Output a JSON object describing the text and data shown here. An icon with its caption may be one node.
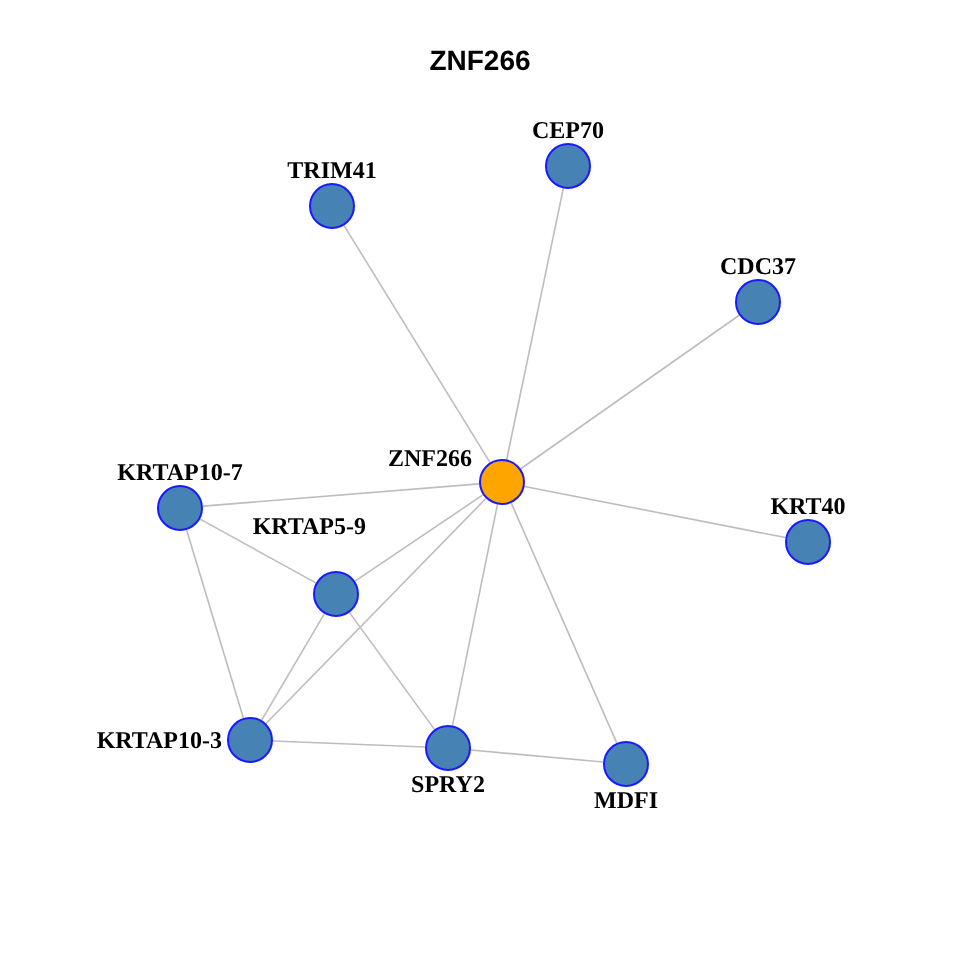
{
  "diagram": {
    "title": "ZNF266",
    "nodes": [
      {
        "text": [
          "ZNF266"
        ]
      },
      {
        "text": [
          "TRIM41"
        ]
      },
      {
        "text": [
          "CEP70"
        ]
      },
      {
        "text": [
          "CDC37"
        ]
      },
      {
        "text": [
          "KRTAP10-7"
        ]
      },
      {
        "text": [
          "KRTAP5-9"
        ]
      },
      {
        "text": [
          "KRT40"
        ]
      },
      {
        "text": [
          "KRTAP10-3"
        ]
      },
      {
        "text": [
          "SPRY2"
        ]
      },
      {
        "text": [
          "MDFI"
        ]
      }
    ],
    "edges": [
      {
        "from": 0,
        "to": 1,
        "arrow": "none"
      },
      {
        "from": 0,
        "to": 2,
        "arrow": "none"
      },
      {
        "from": 0,
        "to": 3,
        "arrow": "none"
      },
      {
        "from": 0,
        "to": 4,
        "arrow": "none"
      },
      {
        "from": 0,
        "to": 5,
        "arrow": "none"
      },
      {
        "from": 0,
        "to": 6,
        "arrow": "none"
      },
      {
        "from": 0,
        "to": 7,
        "arrow": "none"
      },
      {
        "from": 0,
        "to": 8,
        "arrow": "none"
      },
      {
        "from": 0,
        "to": 9,
        "arrow": "none"
      },
      {
        "from": 4,
        "to": 5,
        "arrow": "none"
      },
      {
        "from": 4,
        "to": 7,
        "arrow": "none"
      },
      {
        "from": 5,
        "to": 7,
        "arrow": "none"
      },
      {
        "from": 5,
        "to": 8,
        "arrow": "none"
      },
      {
        "from": 7,
        "to": 8,
        "arrow": "none"
      },
      {
        "from": 8,
        "to": 9,
        "arrow": "none"
      }
    ]
  }
}
